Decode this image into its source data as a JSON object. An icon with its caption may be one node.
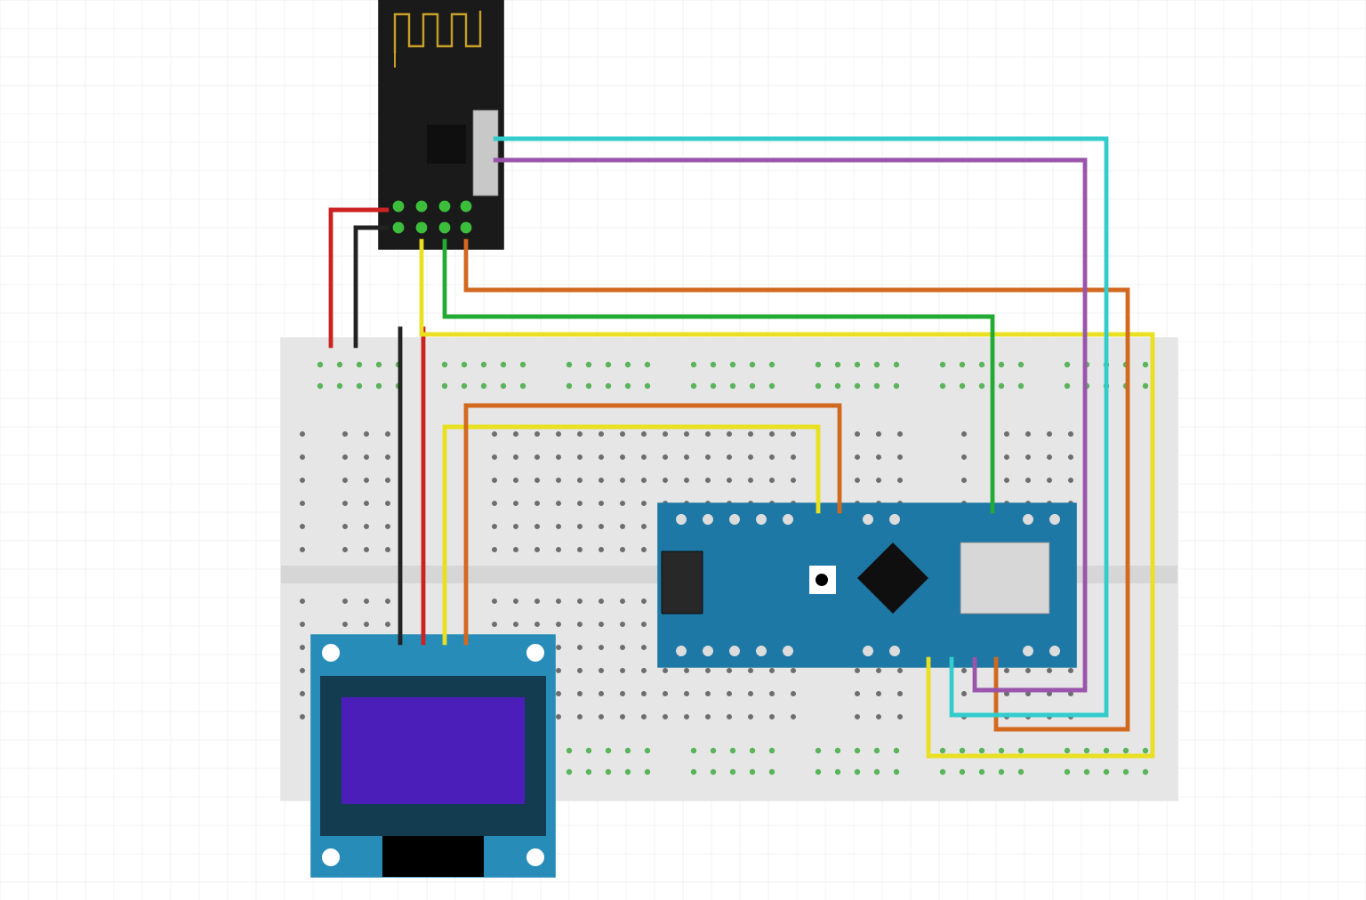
{
  "diagram": {
    "nodes": [
      {
        "text": [],
        "shape": "picture"
      },
      {
        "text": [],
        "shape": "picture"
      },
      {
        "text": [],
        "shape": "picture",
        "in": 1
      },
      {
        "text": [],
        "shape": "picture"
      }
    ],
    "edges": [
      {
        "from": 0,
        "to": 1,
        "arrow": "none",
        "color": "#cc2222"
      },
      {
        "from": 0,
        "to": 1,
        "arrow": "none",
        "color": "#222222"
      },
      {
        "from": 1,
        "to": 3,
        "arrow": "none",
        "color": "#222222"
      },
      {
        "from": 1,
        "to": 3,
        "arrow": "none",
        "color": "#cc2222"
      },
      {
        "from": 0,
        "to": 2,
        "arrow": "none",
        "color": "#e8e020"
      },
      {
        "from": 0,
        "to": 2,
        "arrow": "none",
        "color": "#22aa33"
      },
      {
        "from": 0,
        "to": 2,
        "arrow": "none",
        "color": "#d2691e"
      },
      {
        "from": 0,
        "to": 2,
        "arrow": "none",
        "color": "#33cccc"
      },
      {
        "from": 0,
        "to": 2,
        "arrow": "none",
        "color": "#9955aa"
      },
      {
        "from": 2,
        "to": 3,
        "arrow": "none",
        "color": "#e8e020"
      },
      {
        "from": 2,
        "to": 3,
        "arrow": "none",
        "color": "#d2691e"
      }
    ]
  }
}
